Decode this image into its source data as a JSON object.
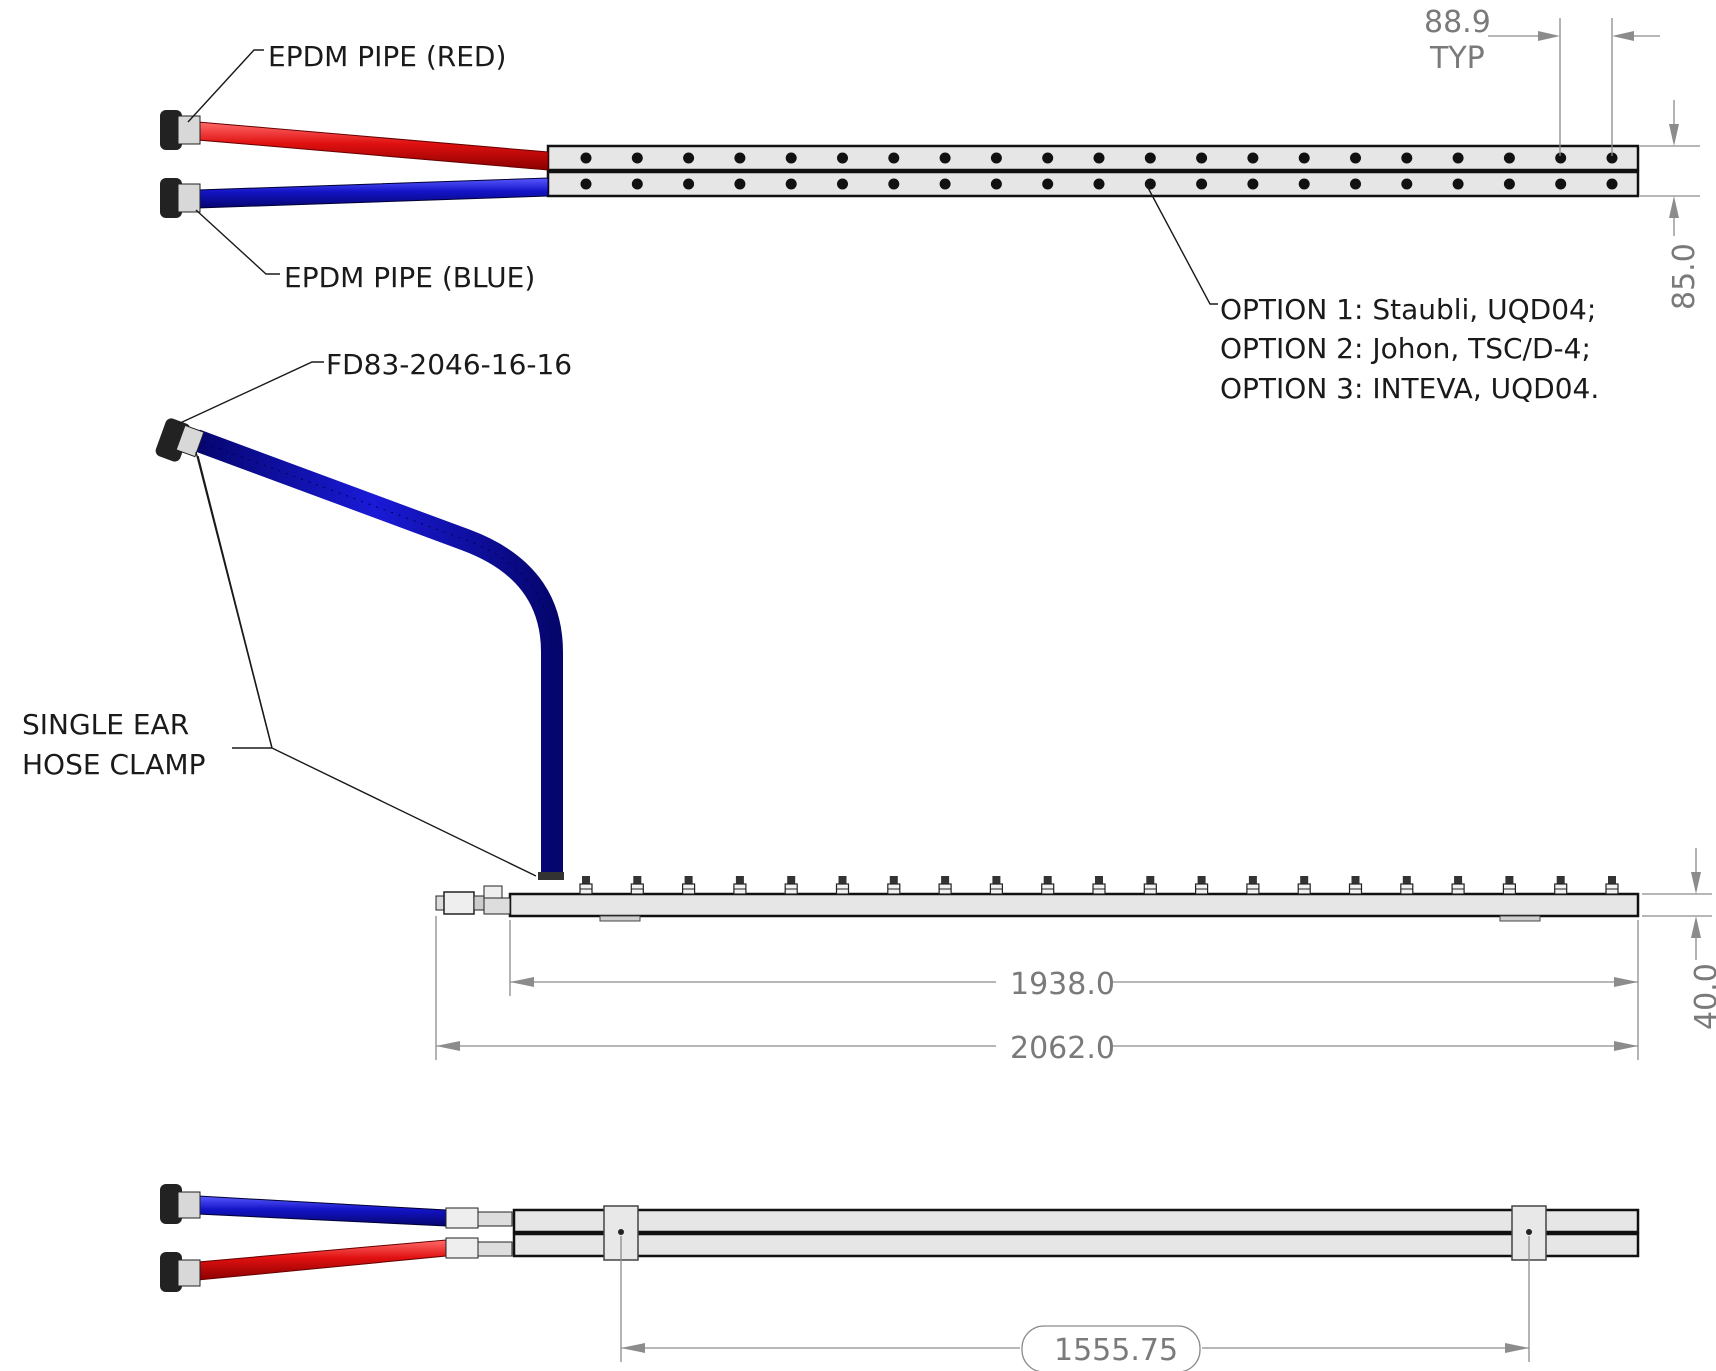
{
  "labels": {
    "epdm_red": "EPDM PIPE (RED)",
    "epdm_blue": "EPDM PIPE (BLUE)",
    "fitting_part": "FD83-2046-16-16",
    "clamp_line1": "SINGLE EAR",
    "clamp_line2": "HOSE CLAMP",
    "option1": "OPTION 1: Staubli, UQD04;",
    "option2": "OPTION 2: Johon, TSC/D-4;",
    "option3": "OPTION 3: INTEVA, UQD04."
  },
  "dimensions": {
    "spacing": "88.9",
    "spacing_note": "TYP",
    "width_top": "85.0",
    "height_side": "40.0",
    "length_bar": "1938.0",
    "length_total": "2062.0",
    "bracket_spacing": "1555.75"
  },
  "colors": {
    "red_pipe": "#e01010",
    "blue_pipe": "#1414c8",
    "bar_fill": "#e6e6e6",
    "dimension": "#8c8c8c"
  },
  "counts": {
    "connectors_per_row": 21
  }
}
